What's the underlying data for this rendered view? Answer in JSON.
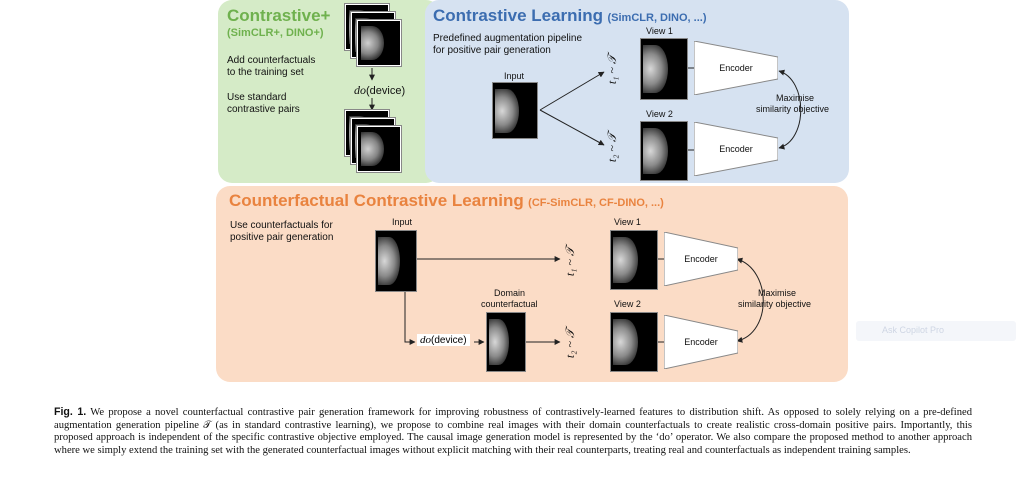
{
  "top_left": {
    "title": "Contrastive+",
    "subtitle": "(SimCLR+, DINO+)",
    "line1": "Add counterfactuals",
    "line2": "to the training set",
    "line3": "Use standard",
    "line4": "contrastive pairs",
    "do_italic": "do",
    "do_arg": "(device)"
  },
  "top_right": {
    "title": "Contrastive Learning",
    "subtitle": "(SimCLR, DINO, ...)",
    "line1": "Predefined augmentation pipeline",
    "line2": "for positive pair generation",
    "input_label": "Input",
    "view1_label": "View 1",
    "view2_label": "View 2",
    "t1": "t₁ ~ 𝒯",
    "t2": "t₂ ~ 𝒯",
    "encoder1": "Encoder",
    "encoder2": "Encoder",
    "obj1": "Maximise",
    "obj2": "similarity objective"
  },
  "bottom": {
    "title": "Counterfactual Contrastive Learning",
    "subtitle": "(CF-SimCLR, CF-DINO, ...)",
    "line1": "Use counterfactuals for",
    "line2": "positive pair generation",
    "input_label": "Input",
    "view1_label": "View 1",
    "view2_label": "View 2",
    "domain1": "Domain",
    "domain2": "counterfactual",
    "t1": "t₁ ~ 𝒯",
    "t2": "t₂ ~ 𝒯",
    "encoder1": "Encoder",
    "encoder2": "Encoder",
    "obj1": "Maximise",
    "obj2": "similarity objective",
    "do_italic": "do",
    "do_arg": "(device)"
  },
  "caption": {
    "label": "Fig. 1.",
    "text": "We propose a novel counterfactual contrastive pair generation framework for improving robustness of contrastively-learned features to distribution shift. As opposed to solely relying on a pre-defined augmentation generation pipeline 𝒯 (as in standard contrastive learning), we propose to combine real images with their domain counterfactuals to create realistic cross-domain positive pairs. Importantly, this proposed approach is independent of the specific contrastive objective employed. The causal image generation model is represented by the ‘do’ operator. We also compare the proposed method to another approach where we simply extend the training set with the generated counterfactual images without explicit matching with their real counterparts, treating real and counterfactuals as independent training samples."
  },
  "overlay": {
    "label": "Ask Copilot Pro"
  },
  "colors": {
    "green_panel": "#d5ebc7",
    "blue_panel": "#d6e2f1",
    "orange_panel": "#fbdcc6",
    "green_title": "#6fb14e",
    "blue_title": "#3c6db0",
    "orange_title": "#e9833f"
  }
}
